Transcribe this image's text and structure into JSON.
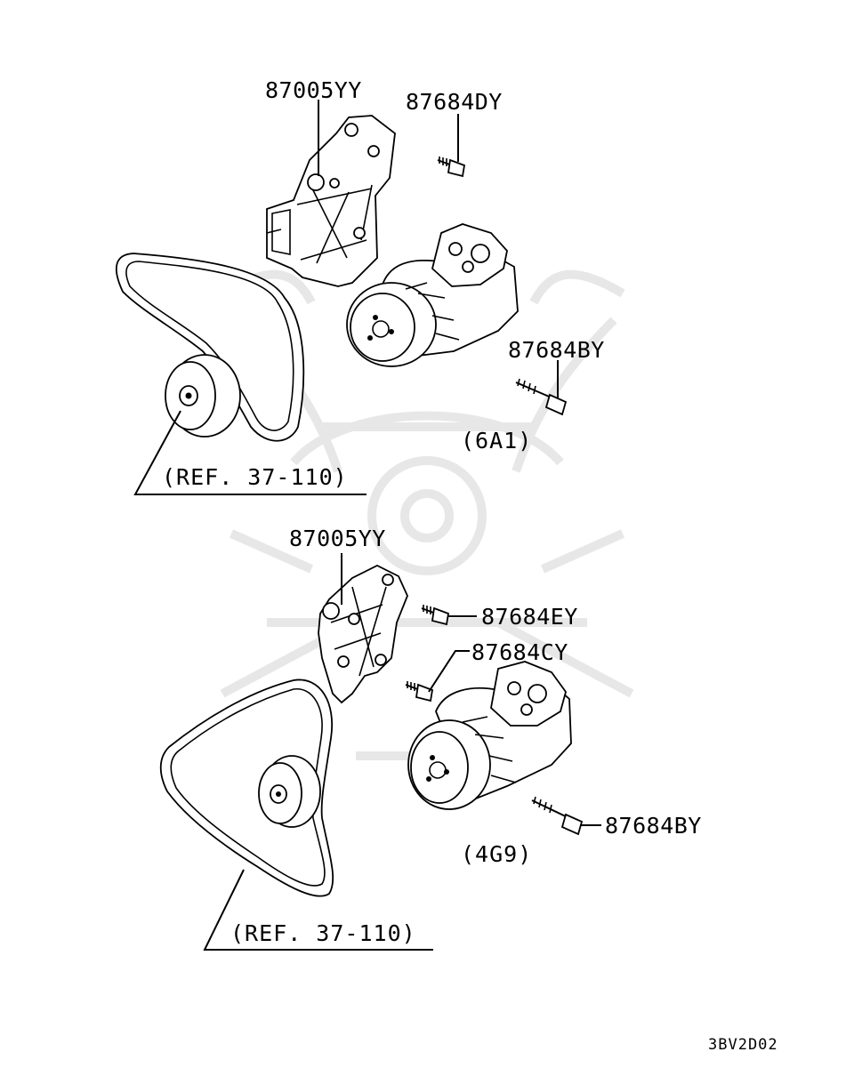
{
  "diagram": {
    "code": "3BV2D02",
    "colors": {
      "ink": "#000000",
      "watermark": "#e7e7e7",
      "background": "#ffffff"
    },
    "upper": {
      "variant": "(6A1)",
      "reference": "(REF. 37-110)",
      "labels": {
        "bracket": "87005YY",
        "bolt_top": "87684DY",
        "bolt_long": "87684BY"
      }
    },
    "lower": {
      "variant": "(4G9)",
      "reference": "(REF. 37-110)",
      "labels": {
        "bracket": "87005YY",
        "bolt_upper": "87684EY",
        "bolt_mid": "87684CY",
        "bolt_long": "87684BY"
      }
    }
  }
}
